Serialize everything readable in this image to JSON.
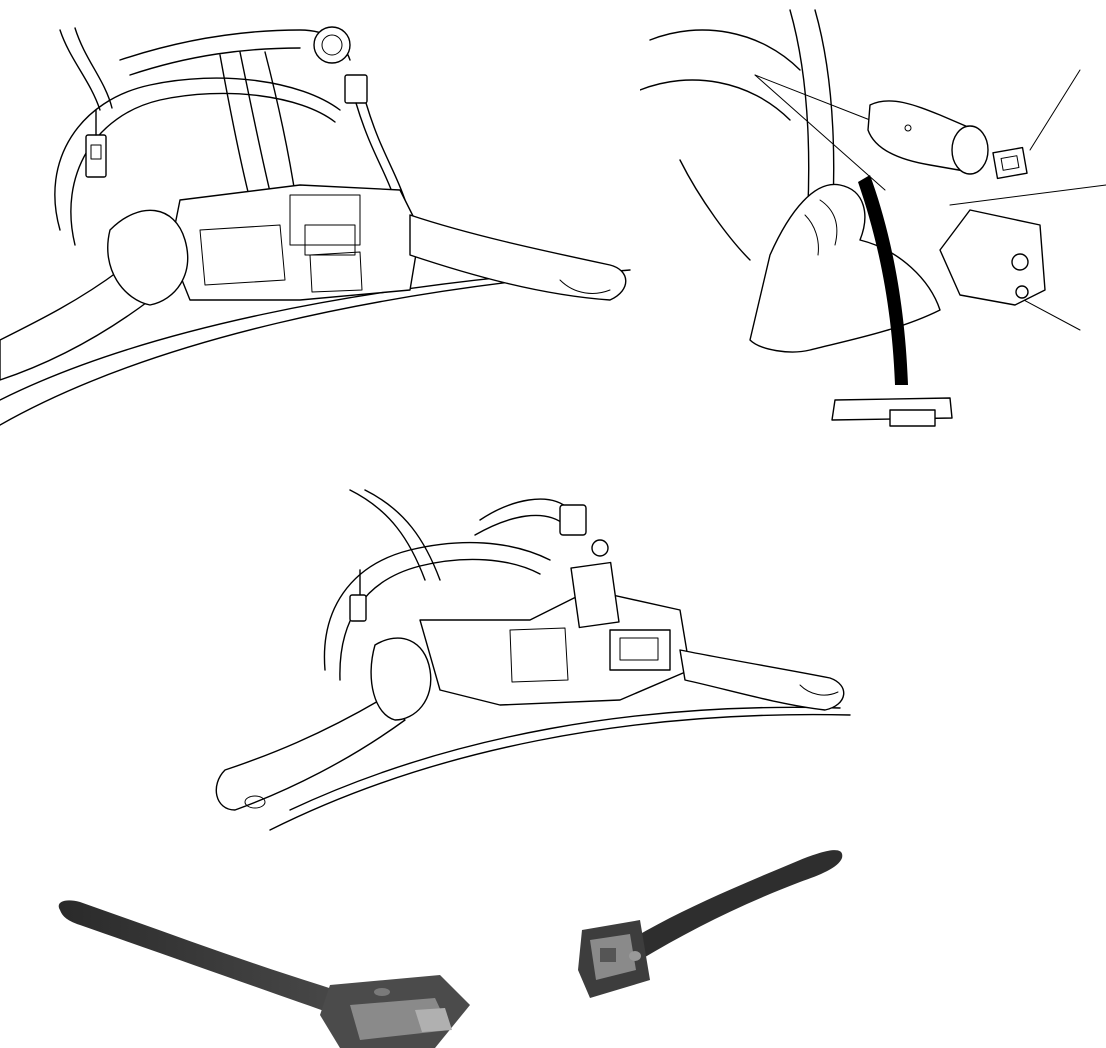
{
  "figure": {
    "panels": [
      {
        "id": "steering-column-combination-switch-wiring-view"
      },
      {
        "id": "switch-connector-removal-detail"
      },
      {
        "id": "steering-column-combination-switch-assembled-view"
      },
      {
        "id": "combination-switch-lever-photo-left"
      },
      {
        "id": "combination-switch-lever-photo-right"
      }
    ]
  },
  "colors": {
    "line_art": "#000000",
    "background": "#ffffff",
    "lever_dark": "#2a2a2a",
    "lever_mid": "#6b6b6b",
    "switch_housing": "#8a8a8a"
  }
}
